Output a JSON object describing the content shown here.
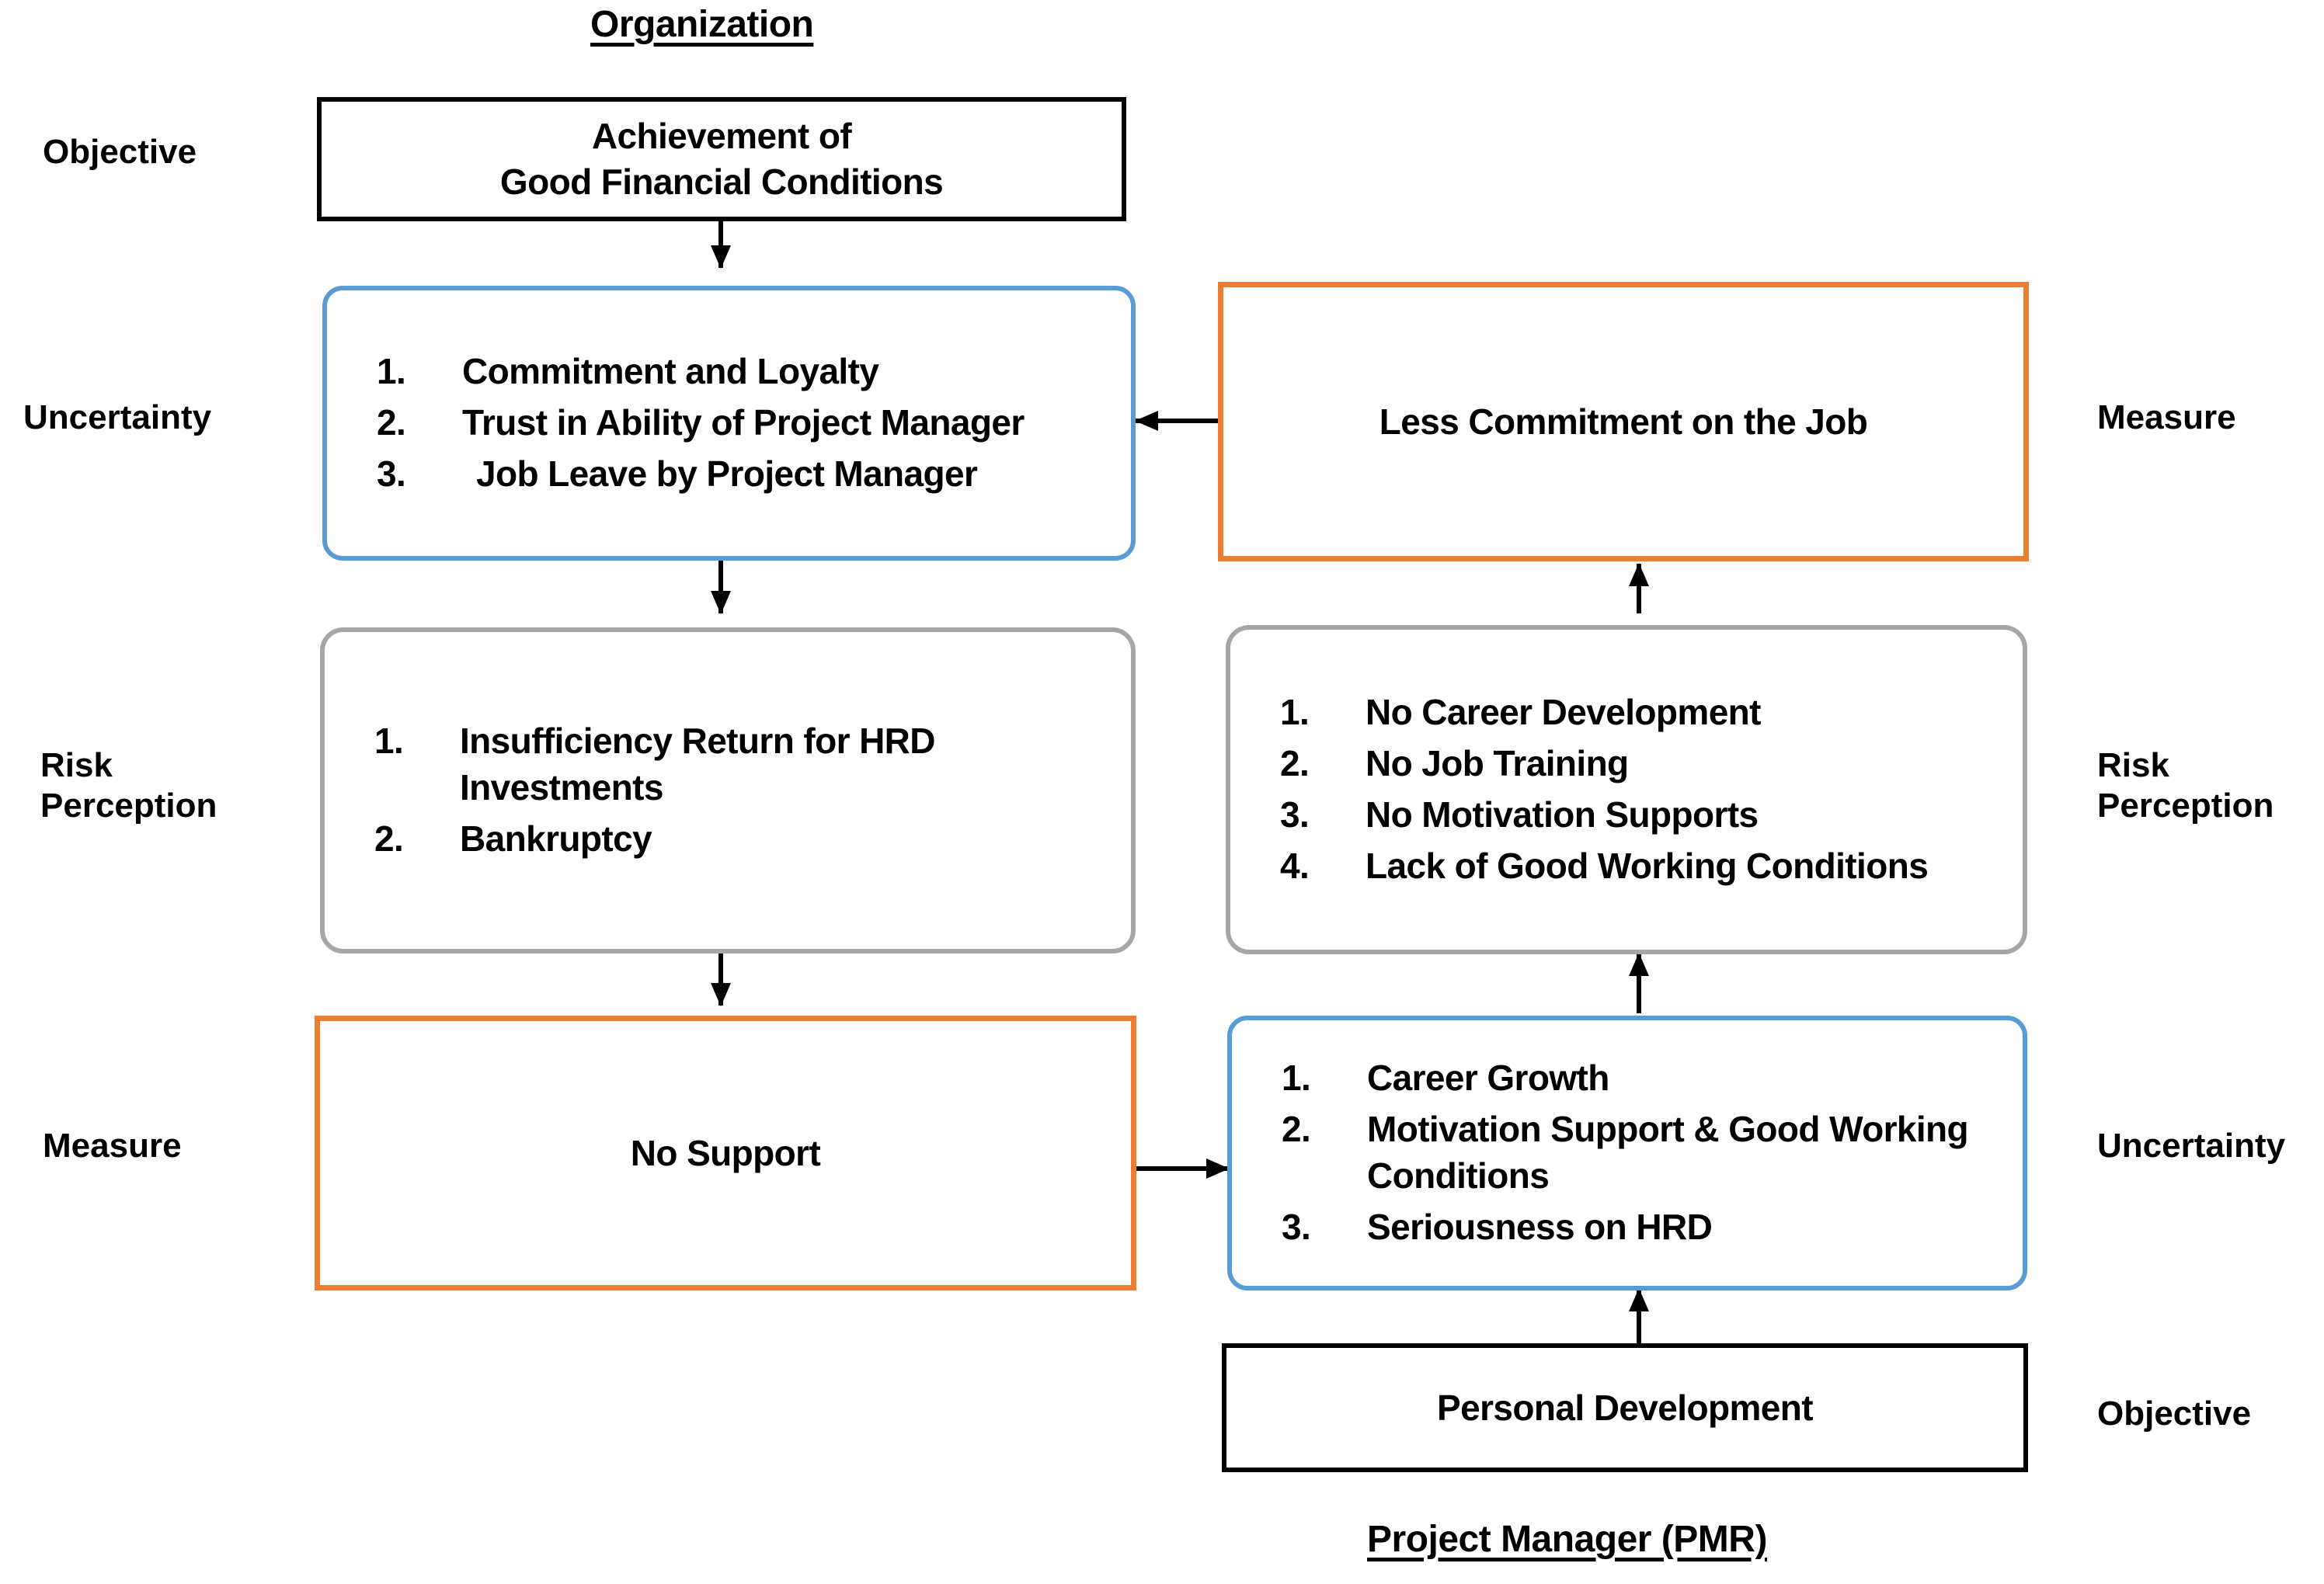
{
  "titles": {
    "organization": "Organization",
    "project_manager": "Project Manager (PMR)"
  },
  "left_labels": {
    "objective": "Objective",
    "uncertainty": "Uncertainty",
    "risk_perception": "Risk\nPerception",
    "measure": "Measure"
  },
  "right_labels": {
    "measure": "Measure",
    "risk_perception": "Risk\nPerception",
    "uncertainty": "Uncertainty",
    "objective": "Objective"
  },
  "boxes": {
    "org_objective": {
      "style": "black",
      "line1": "Achievement of",
      "line2": "Good Financial Conditions"
    },
    "org_uncertainty": {
      "style": "blue",
      "items": [
        "Commitment and Loyalty",
        "Trust in Ability of Project Manager",
        "Job Leave by Project Manager"
      ]
    },
    "org_risk_perception": {
      "style": "gray",
      "items": [
        "Insufficiency Return for HRD Investments",
        "Bankruptcy"
      ]
    },
    "org_measure": {
      "style": "orange",
      "label": "No Support"
    },
    "pmr_measure": {
      "style": "orange",
      "label": "Less Commitment on the Job"
    },
    "pmr_risk_perception": {
      "style": "gray",
      "items": [
        "No Career Development",
        "No Job Training",
        "No Motivation Supports",
        "Lack of Good Working Conditions"
      ]
    },
    "pmr_uncertainty": {
      "style": "blue",
      "items": [
        "Career Growth",
        "Motivation Support & Good Working Conditions",
        "Seriousness on HRD"
      ]
    },
    "pmr_objective": {
      "style": "black",
      "label": "Personal Development"
    }
  },
  "colors": {
    "blue": "#5B9BD5",
    "orange": "#ED7D31",
    "gray": "#A6A6A6",
    "black": "#000000",
    "background": "#FFFFFF"
  },
  "connectors": [
    {
      "name": "objective-to-uncertainty",
      "direction": "down"
    },
    {
      "name": "uncertainty-to-risk-perception",
      "direction": "down"
    },
    {
      "name": "risk-perception-to-measure",
      "direction": "down"
    },
    {
      "name": "pmr-measure-to-org-uncertainty",
      "direction": "left"
    },
    {
      "name": "org-measure-to-pmr-uncertainty",
      "direction": "right"
    },
    {
      "name": "pmr-risk-perception-to-pmr-measure",
      "direction": "up"
    },
    {
      "name": "pmr-uncertainty-to-pmr-risk-perception",
      "direction": "up"
    },
    {
      "name": "pmr-objective-to-pmr-uncertainty",
      "direction": "up"
    }
  ]
}
